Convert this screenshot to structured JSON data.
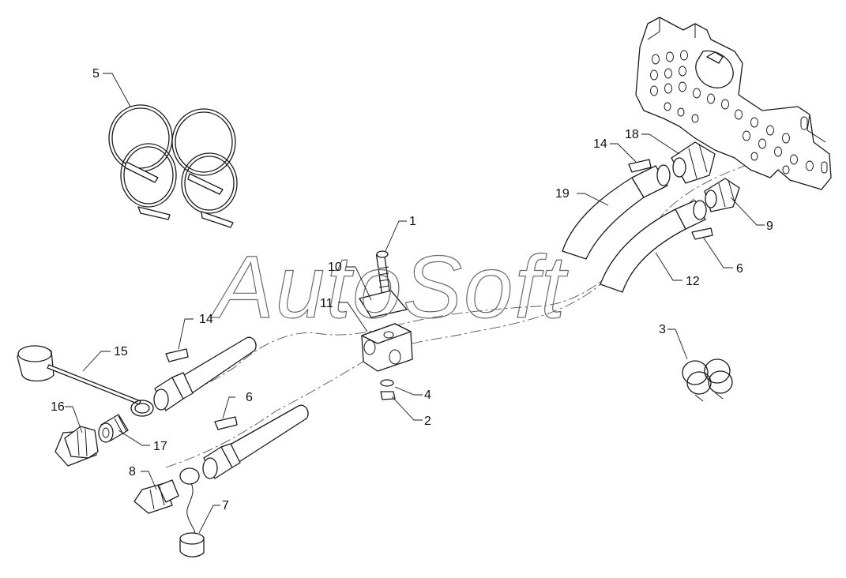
{
  "watermark": "AutoSoft",
  "callouts": [
    "1",
    "2",
    "3",
    "4",
    "5",
    "6",
    "6",
    "7",
    "8",
    "9",
    "10",
    "11",
    "12",
    "14",
    "14",
    "15",
    "16",
    "17",
    "18",
    "19"
  ]
}
